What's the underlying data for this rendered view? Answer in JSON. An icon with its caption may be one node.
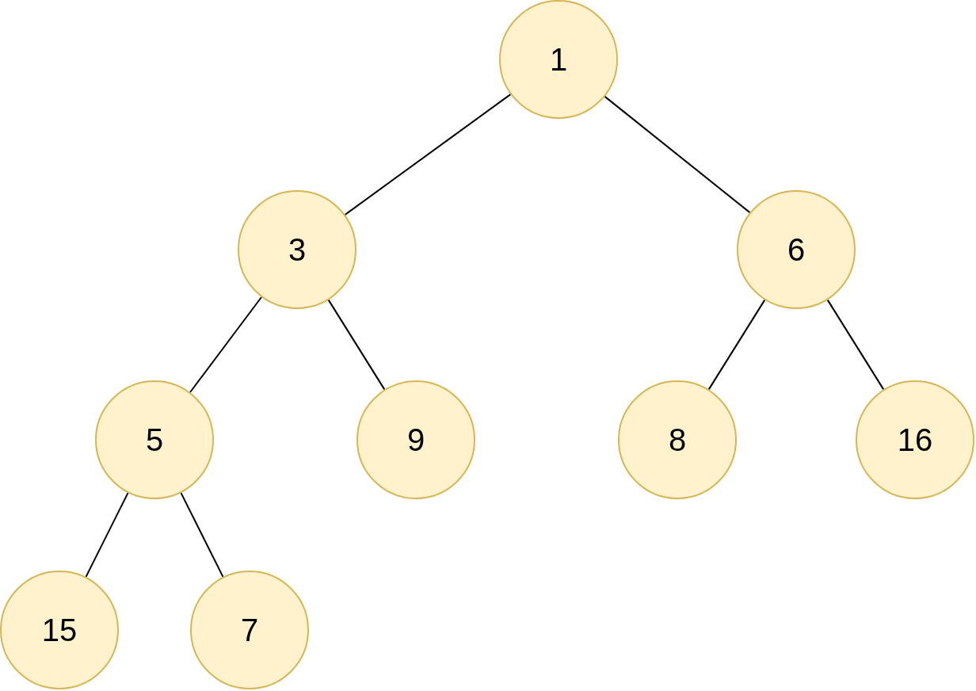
{
  "diagram": {
    "nodes": [
      {
        "text": [
          "1"
        ]
      },
      {
        "text": [
          "3"
        ]
      },
      {
        "text": [
          "6"
        ]
      },
      {
        "text": [
          "5"
        ]
      },
      {
        "text": [
          "9"
        ]
      },
      {
        "text": [
          "8"
        ]
      },
      {
        "text": [
          "16"
        ]
      },
      {
        "text": [
          "15"
        ]
      },
      {
        "text": [
          "7"
        ]
      }
    ],
    "edges": [
      {
        "from": 0,
        "to": 1,
        "arrow": "none"
      },
      {
        "from": 0,
        "to": 2,
        "arrow": "none"
      },
      {
        "from": 1,
        "to": 3,
        "arrow": "none"
      },
      {
        "from": 1,
        "to": 4,
        "arrow": "none"
      },
      {
        "from": 2,
        "to": 5,
        "arrow": "none"
      },
      {
        "from": 2,
        "to": 6,
        "arrow": "none"
      },
      {
        "from": 3,
        "to": 7,
        "arrow": "none"
      },
      {
        "from": 3,
        "to": 8,
        "arrow": "none"
      }
    ]
  }
}
